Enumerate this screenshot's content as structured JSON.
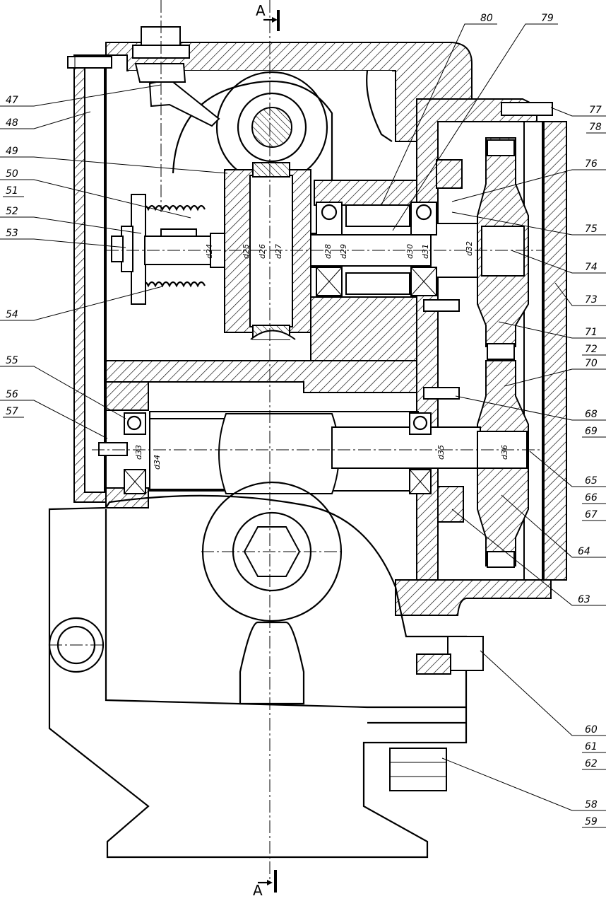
{
  "section_marks": {
    "top": "A",
    "bottom": "A"
  },
  "leader_labels": [
    {
      "text": "47",
      "underlined": false
    },
    {
      "text": "48",
      "underlined": false
    },
    {
      "text": "49",
      "underlined": false
    },
    {
      "text": "50",
      "underlined": false
    },
    {
      "text": "51",
      "underlined": true
    },
    {
      "text": "52",
      "underlined": false
    },
    {
      "text": "53",
      "underlined": false
    },
    {
      "text": "54",
      "underlined": false
    },
    {
      "text": "55",
      "underlined": false
    },
    {
      "text": "56",
      "underlined": false
    },
    {
      "text": "57",
      "underlined": true
    },
    {
      "text": "80",
      "underlined": false
    },
    {
      "text": "79",
      "underlined": false
    },
    {
      "text": "77",
      "underlined": false
    },
    {
      "text": "78",
      "underlined": true
    },
    {
      "text": "76",
      "underlined": false
    },
    {
      "text": "75",
      "underlined": false
    },
    {
      "text": "74",
      "underlined": false
    },
    {
      "text": "73",
      "underlined": false
    },
    {
      "text": "71",
      "underlined": false
    },
    {
      "text": "72",
      "underlined": true
    },
    {
      "text": "70",
      "underlined": false
    },
    {
      "text": "68",
      "underlined": false
    },
    {
      "text": "69",
      "underlined": true
    },
    {
      "text": "65",
      "underlined": false
    },
    {
      "text": "66",
      "underlined": true
    },
    {
      "text": "67",
      "underlined": true
    },
    {
      "text": "64",
      "underlined": false
    },
    {
      "text": "63",
      "underlined": false
    },
    {
      "text": "60",
      "underlined": false
    },
    {
      "text": "61",
      "underlined": true
    },
    {
      "text": "62",
      "underlined": true
    },
    {
      "text": "58",
      "underlined": false
    },
    {
      "text": "59",
      "underlined": true
    }
  ],
  "dimensions": [
    "d24",
    "d25",
    "d26",
    "d27",
    "d28",
    "d29",
    "d30",
    "d31",
    "d32",
    "d33",
    "d34",
    "d35",
    "d36"
  ]
}
